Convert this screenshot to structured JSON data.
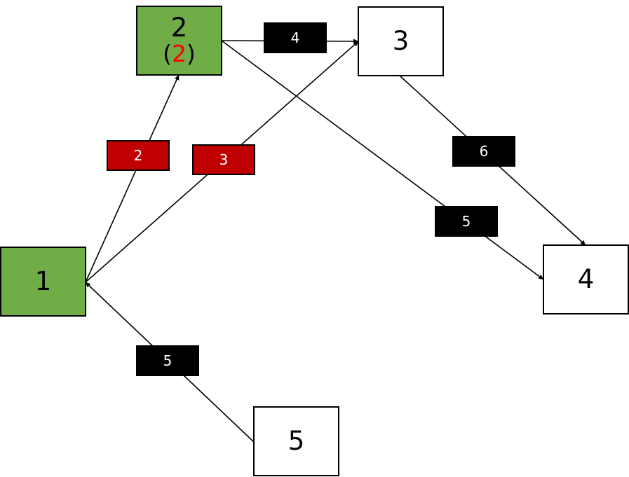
{
  "nodes": [
    {
      "id": "1",
      "label": "1",
      "state": "visited"
    },
    {
      "id": "2",
      "label": "2",
      "dist_open": "(",
      "dist": "2",
      "dist_close": ")",
      "state": "visited"
    },
    {
      "id": "3",
      "label": "3",
      "state": "unvisited"
    },
    {
      "id": "4",
      "label": "4",
      "state": "unvisited"
    },
    {
      "id": "5",
      "label": "5",
      "state": "unvisited"
    }
  ],
  "edges": [
    {
      "from": "1",
      "to": "2",
      "weight": "2",
      "style": "red"
    },
    {
      "from": "1",
      "to": "3",
      "weight": "3",
      "style": "red"
    },
    {
      "from": "2",
      "to": "3",
      "weight": "4",
      "style": "black"
    },
    {
      "from": "2",
      "to": "4",
      "weight": "5",
      "style": "black"
    },
    {
      "from": "3",
      "to": "4",
      "weight": "6",
      "style": "black"
    },
    {
      "from": "5",
      "to": "1",
      "weight": "5",
      "style": "black"
    }
  ],
  "colors": {
    "visited": "#70ad47",
    "weight_red": "#c00000",
    "weight_black": "#000000",
    "distance_text": "#ff0000"
  }
}
